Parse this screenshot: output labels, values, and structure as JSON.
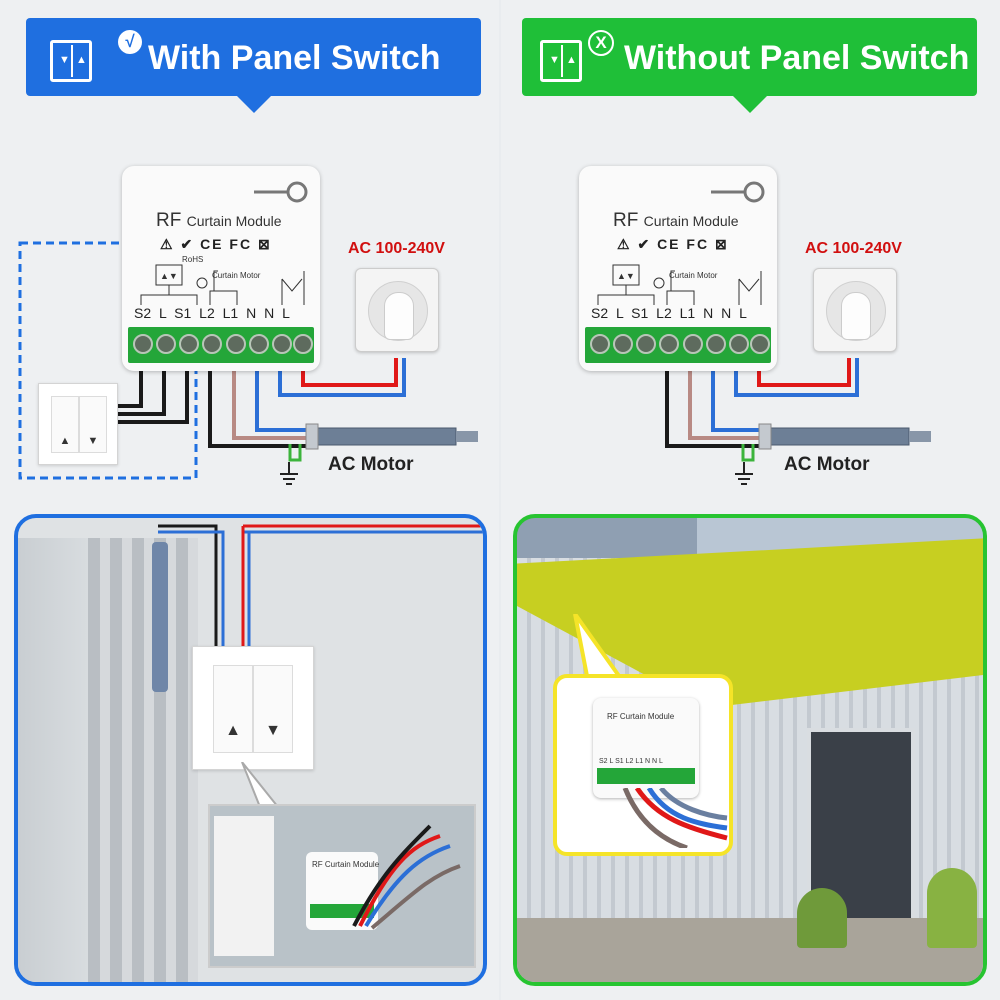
{
  "left_panel": {
    "banner_title": "With Panel Switch",
    "banner_color": "#1f6fe0",
    "banner_badge": "√",
    "module_title_rf": "RF",
    "module_title_rest": "Curtain Module",
    "certifications": "CE FC",
    "terminal_labels": "S2  L  S1 L2  L1  N   N  L",
    "mini_label_motor": "Curtain Motor",
    "mini_label_rohs": "RoHS",
    "power_label": "AC 100-240V",
    "motor_label": "AC Motor",
    "switch_arrows": [
      "▲",
      "▼"
    ],
    "photo_module_title": "RF Curtain Module",
    "photo_border_color": "#1f6fe0"
  },
  "right_panel": {
    "banner_title": "Without Panel Switch",
    "banner_color": "#1fbf38",
    "banner_badge": "X",
    "module_title_rf": "RF",
    "module_title_rest": "Curtain Module",
    "certifications": "CE FC",
    "terminal_labels": "S2  L  S1 L2  L1  N   N  L",
    "mini_label_motor": "Curtain Motor",
    "power_label": "AC 100-240V",
    "motor_label": "AC Motor",
    "photo_module_title": "RF Curtain Module",
    "photo_module_terminals": "S2 L S1 L2 L1 N N L",
    "photo_border_color": "#27c431"
  },
  "colors": {
    "wire_red": "#e01818",
    "wire_blue": "#2c6fd6",
    "wire_black": "#1a1a1a",
    "wire_brown": "#b88a84",
    "terminal_green": "#24a639",
    "awning_yellow": "#c7cf21",
    "callout_yellow": "#f5e428"
  },
  "icons": [
    "curtain-switch-icon",
    "checkmark-badge-icon",
    "cross-badge-icon",
    "ground-symbol-icon",
    "wall-socket-icon",
    "tubular-motor-icon"
  ]
}
